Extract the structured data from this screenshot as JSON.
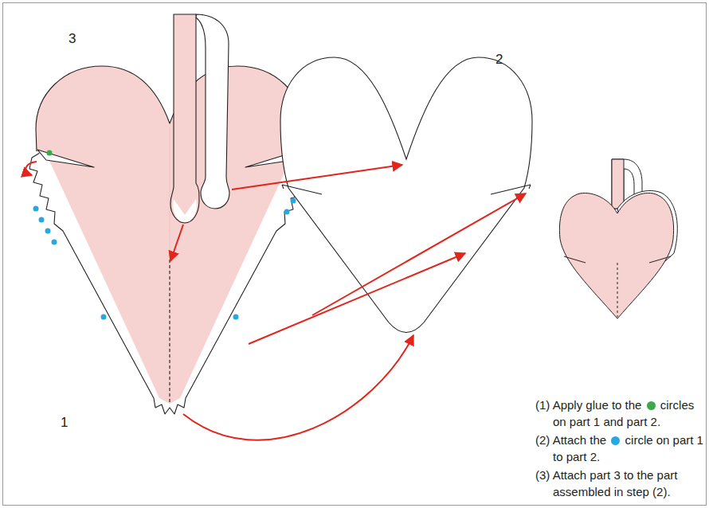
{
  "diagram": {
    "labels": [
      "3",
      "2",
      "1",
      "(1) Apply glue to the",
      "circles on part 1 and part 2.",
      "(2) Attach the",
      "circle on part 1 to part 2.",
      "(3) Attach part 3 to the part assembled in step (2)."
    ]
  }
}
